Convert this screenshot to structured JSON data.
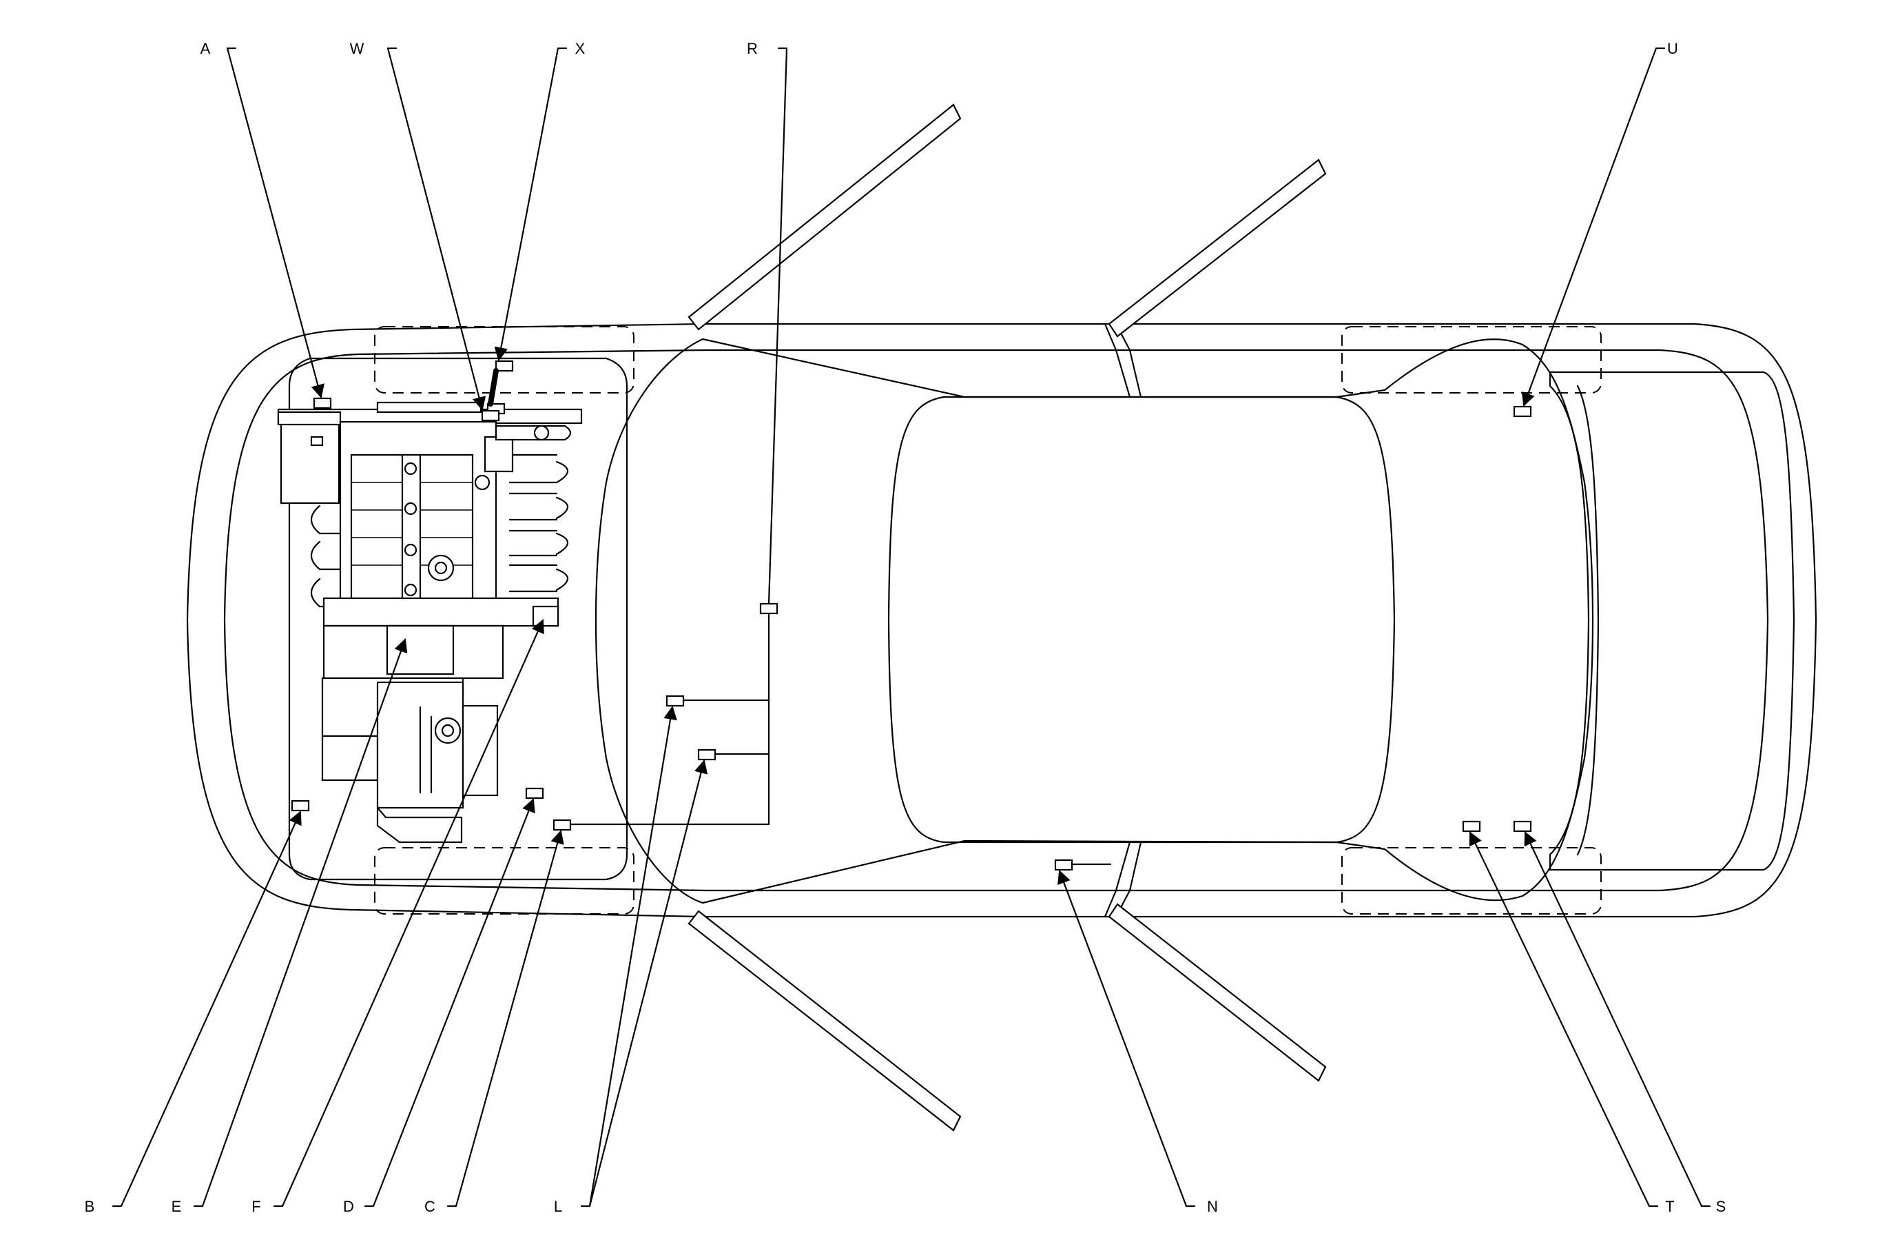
{
  "diagram": {
    "callouts_top": [
      {
        "id": "A",
        "label": "A"
      },
      {
        "id": "W",
        "label": "W"
      },
      {
        "id": "X",
        "label": "X"
      },
      {
        "id": "R",
        "label": "R"
      },
      {
        "id": "U",
        "label": "U"
      }
    ],
    "callouts_bottom": [
      {
        "id": "B",
        "label": "B"
      },
      {
        "id": "E",
        "label": "E"
      },
      {
        "id": "F",
        "label": "F"
      },
      {
        "id": "D",
        "label": "D"
      },
      {
        "id": "C",
        "label": "C"
      },
      {
        "id": "L",
        "label": "L"
      },
      {
        "id": "N",
        "label": "N"
      },
      {
        "id": "T",
        "label": "T"
      },
      {
        "id": "S",
        "label": "S"
      }
    ],
    "line_color": "#000000",
    "background": "#ffffff"
  }
}
